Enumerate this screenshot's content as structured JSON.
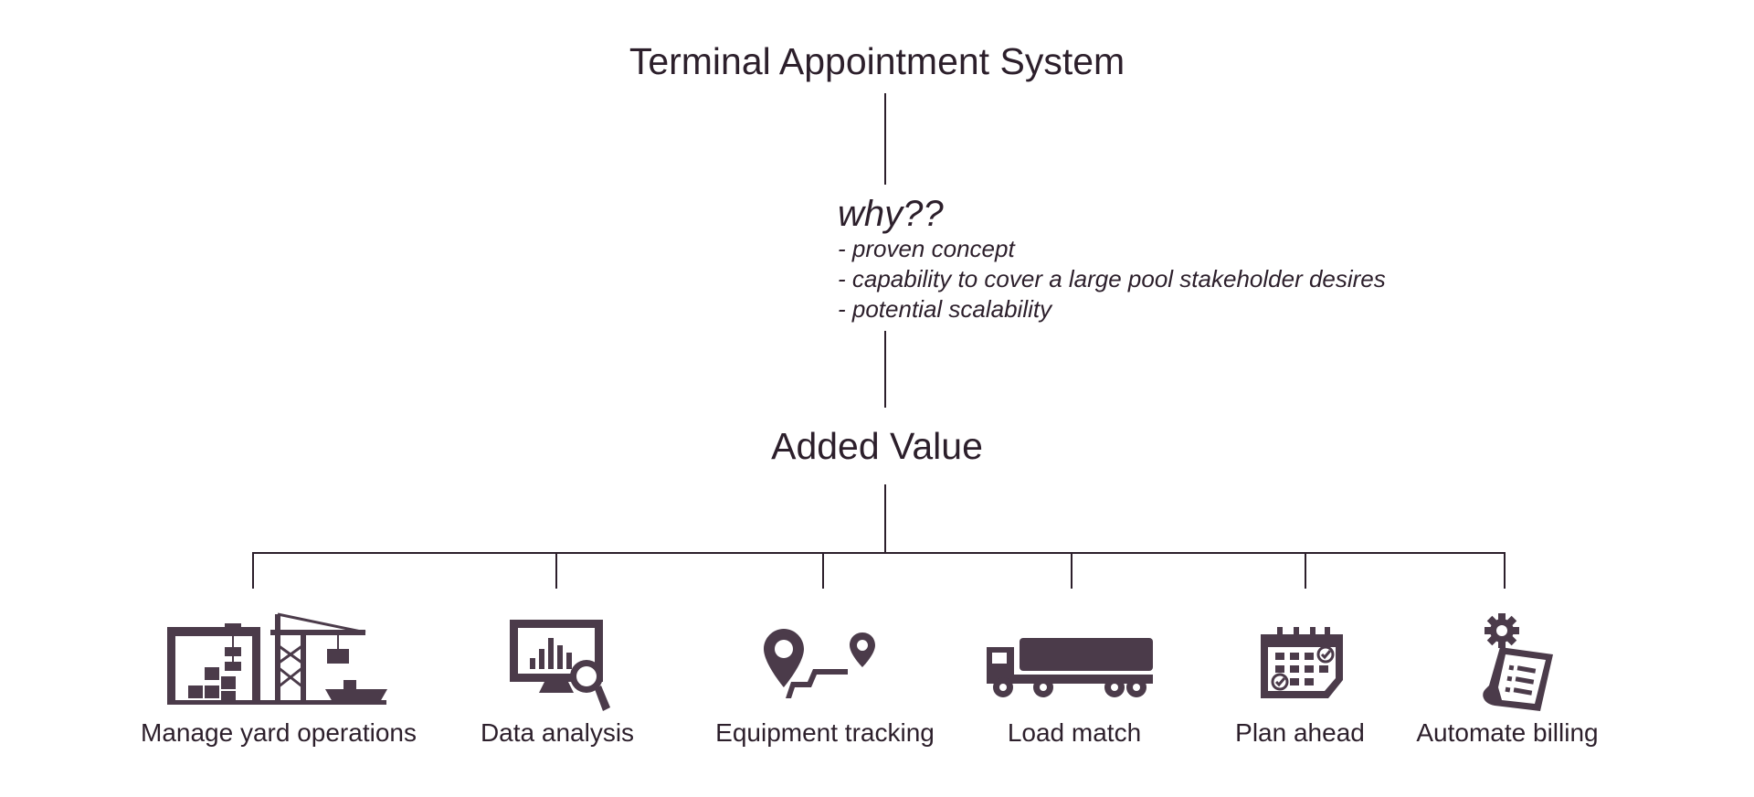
{
  "diagram": {
    "title": "Terminal Appointment System",
    "why": {
      "heading": "why??",
      "points": [
        "- proven concept",
        "- capability to cover a large pool stakeholder desires",
        "- potential scalability"
      ]
    },
    "added_value": "Added Value",
    "items": [
      {
        "label": "Manage yard operations",
        "icon": "port-crane-icon"
      },
      {
        "label": "Data analysis",
        "icon": "monitor-chart-magnifier-icon"
      },
      {
        "label": "Equipment tracking",
        "icon": "route-pins-icon"
      },
      {
        "label": "Load match",
        "icon": "truck-icon"
      },
      {
        "label": "Plan ahead",
        "icon": "calendar-icon"
      },
      {
        "label": "Automate billing",
        "icon": "invoice-gear-icon"
      }
    ],
    "colors": {
      "ink": "#2c1f2b",
      "icon": "#4b3b4a",
      "background": "#ffffff"
    }
  }
}
